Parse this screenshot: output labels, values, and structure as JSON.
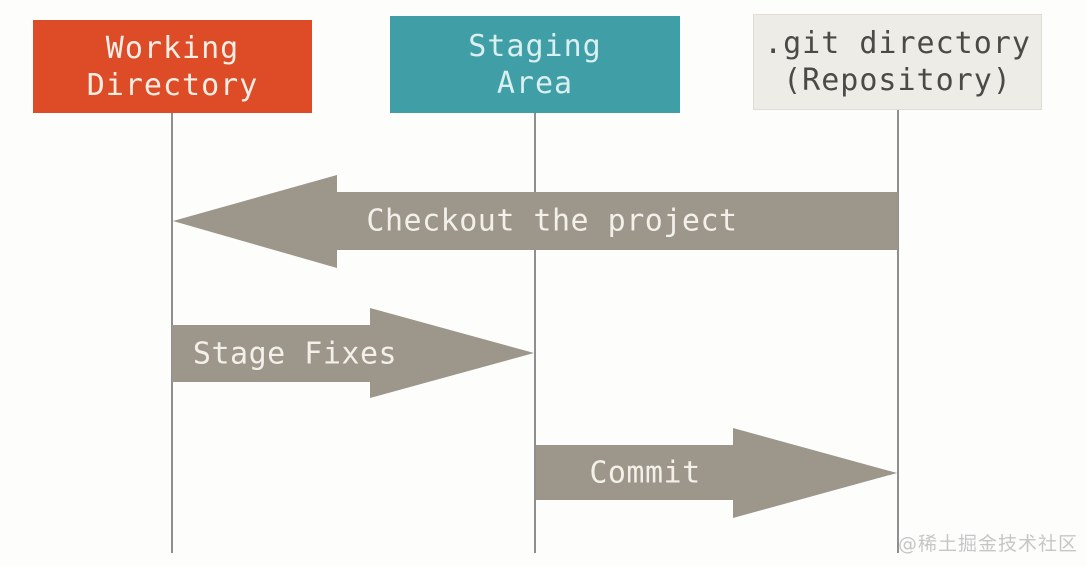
{
  "diagram": {
    "columns": [
      {
        "id": "working-directory",
        "lines": [
          "Working",
          "Directory"
        ],
        "bg": "#DD4B27",
        "text_color": "#F6EEE5"
      },
      {
        "id": "staging-area",
        "lines": [
          "Staging",
          "Area"
        ],
        "bg": "#3F9EA6",
        "text_color": "#D9EFF0"
      },
      {
        "id": "git-directory",
        "lines": [
          ".git directory",
          "(Repository)"
        ],
        "bg": "#EDECE6",
        "text_color": "#4A4A47"
      }
    ],
    "arrows": [
      {
        "id": "checkout",
        "label": "Checkout the project",
        "direction": "left",
        "from": "git-directory",
        "to": "working-directory",
        "color": "#9C968B",
        "text_color": "#F3F0E9"
      },
      {
        "id": "stage-fixes",
        "label": "Stage Fixes",
        "direction": "right",
        "from": "working-directory",
        "to": "staging-area",
        "color": "#9C968B",
        "text_color": "#F3F0E9"
      },
      {
        "id": "commit",
        "label": "Commit",
        "direction": "right",
        "from": "staging-area",
        "to": "git-directory",
        "color": "#9C968B",
        "text_color": "#F3F0E9"
      }
    ],
    "lifeline_color": "#8F8F8F",
    "background": "#FDFDFC"
  },
  "watermark": {
    "text": "@稀土掘金技术社区",
    "color": "#C6C6C6"
  }
}
